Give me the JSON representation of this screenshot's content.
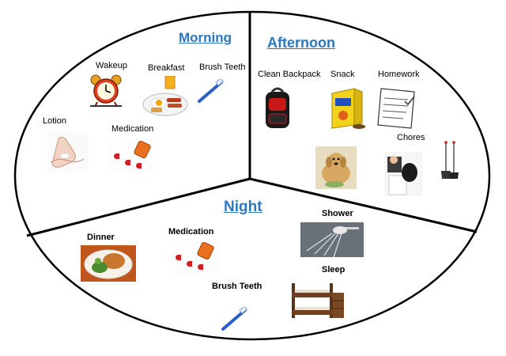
{
  "sections": {
    "morning": {
      "title": "Morning",
      "items": {
        "wakeup": "Wakeup",
        "breakfast": "Breakfast",
        "brush_teeth": "Brush Teeth",
        "lotion": "Lotion",
        "medication": "Medication"
      }
    },
    "afternoon": {
      "title": "Afternoon",
      "items": {
        "clean_backpack": "Clean Backpack",
        "snack": "Snack",
        "homework": "Homework",
        "chores": "Chores"
      }
    },
    "night": {
      "title": "Night",
      "items": {
        "dinner": "Dinner",
        "medication": "Medication",
        "shower": "Shower",
        "sleep": "Sleep",
        "brush_teeth": "Brush Teeth"
      }
    }
  },
  "colors": {
    "title": "#2b78c2",
    "outline": "#000000"
  },
  "icons": {
    "wakeup": "alarm-clock-icon",
    "breakfast": "breakfast-plate-icon",
    "brush_teeth": "toothbrush-icon",
    "lotion": "lotion-hands-icon",
    "medication": "pills-icon",
    "clean_backpack": "backpack-icon",
    "snack": "cereal-box-icon",
    "homework": "homework-paper-icon",
    "chores": "broom-dustpan-icon",
    "dog": "dog-icon",
    "dinner": "dinner-plate-icon",
    "shower": "shower-head-icon",
    "sleep": "bunk-bed-icon"
  }
}
